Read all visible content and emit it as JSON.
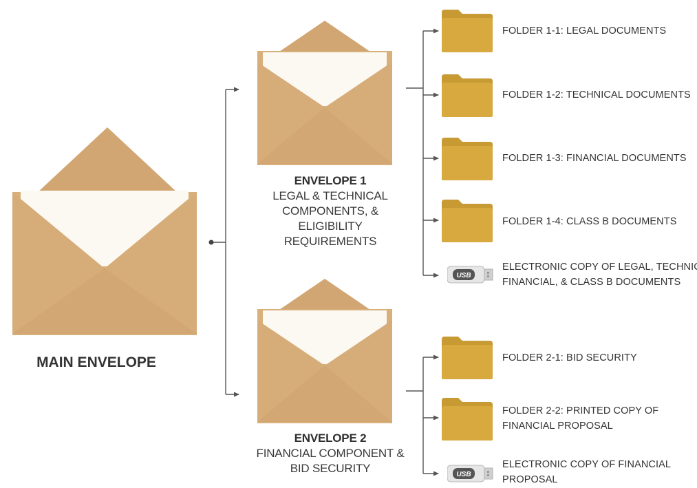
{
  "main_envelope": {
    "label": "MAIN ENVELOPE"
  },
  "envelope_1": {
    "title": "ENVELOPE 1",
    "lines": [
      "LEGAL & TECHNICAL",
      "COMPONENTS, &",
      "ELIGIBILITY REQUIREMENTS"
    ],
    "items": [
      {
        "type": "folder",
        "lines": [
          "FOLDER 1-1: LEGAL DOCUMENTS"
        ]
      },
      {
        "type": "folder",
        "lines": [
          "FOLDER 1-2: TECHNICAL DOCUMENTS"
        ]
      },
      {
        "type": "folder",
        "lines": [
          "FOLDER 1-3: FINANCIAL DOCUMENTS"
        ]
      },
      {
        "type": "folder",
        "lines": [
          "FOLDER 1-4: CLASS B DOCUMENTS"
        ]
      },
      {
        "type": "usb",
        "usb_text": "USB",
        "lines": [
          "ELECTRONIC COPY OF LEGAL, TECHNICAL,",
          "FINANCIAL, & CLASS B DOCUMENTS"
        ]
      }
    ]
  },
  "envelope_2": {
    "title": "ENVELOPE 2",
    "lines": [
      "FINANCIAL COMPONENT &",
      "BID SECURITY"
    ],
    "items": [
      {
        "type": "folder",
        "lines": [
          "FOLDER 2-1: BID SECURITY"
        ]
      },
      {
        "type": "folder",
        "lines": [
          "FOLDER 2-2: PRINTED COPY OF",
          "FINANCIAL PROPOSAL"
        ]
      },
      {
        "type": "usb",
        "usb_text": "USB",
        "lines": [
          "ELECTRONIC COPY OF FINANCIAL",
          "PROPOSAL"
        ]
      }
    ]
  },
  "colors": {
    "envelope_body": "#d8b07c",
    "envelope_flap": "#d1a672",
    "letter": "#fcf9f2",
    "folder": "#d7a93f",
    "connector": "#555555"
  }
}
